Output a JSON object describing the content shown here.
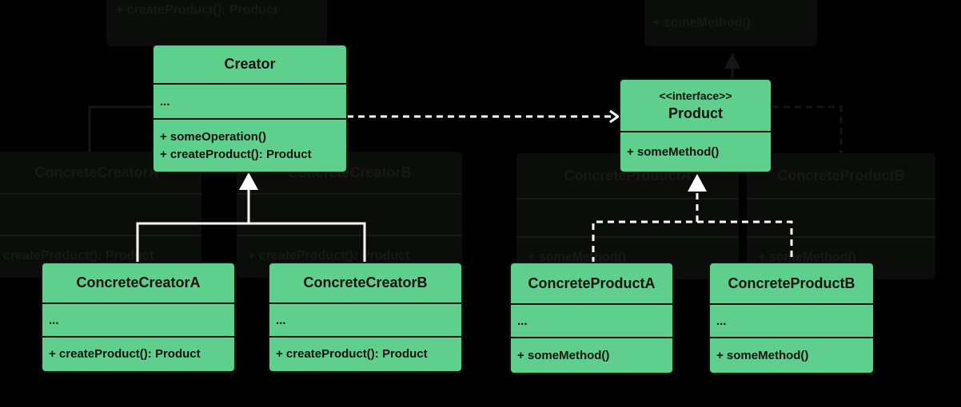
{
  "classes": {
    "creator": {
      "name": "Creator",
      "attributes": "...",
      "methods": [
        "+ someOperation()",
        "+ createProduct(): Product"
      ]
    },
    "product": {
      "stereotype": "<<interface>>",
      "name": "Product",
      "methods": [
        "+ someMethod()"
      ]
    },
    "concrete_creator_a": {
      "name": "ConcreteCreatorA",
      "attributes": "...",
      "methods": [
        "+ createProduct(): Product"
      ]
    },
    "concrete_creator_b": {
      "name": "ConcreteCreatorB",
      "attributes": "...",
      "methods": [
        "+ createProduct(): Product"
      ]
    },
    "concrete_product_a": {
      "name": "ConcreteProductA",
      "attributes": "...",
      "methods": [
        "+ someMethod()"
      ]
    },
    "concrete_product_b": {
      "name": "ConcreteProductB",
      "attributes": "...",
      "methods": [
        "+ someMethod()"
      ]
    }
  },
  "colors": {
    "box_fill": "#5ecf8c",
    "box_border": "#111111",
    "connector": "#ffffff",
    "background": "#000000"
  }
}
